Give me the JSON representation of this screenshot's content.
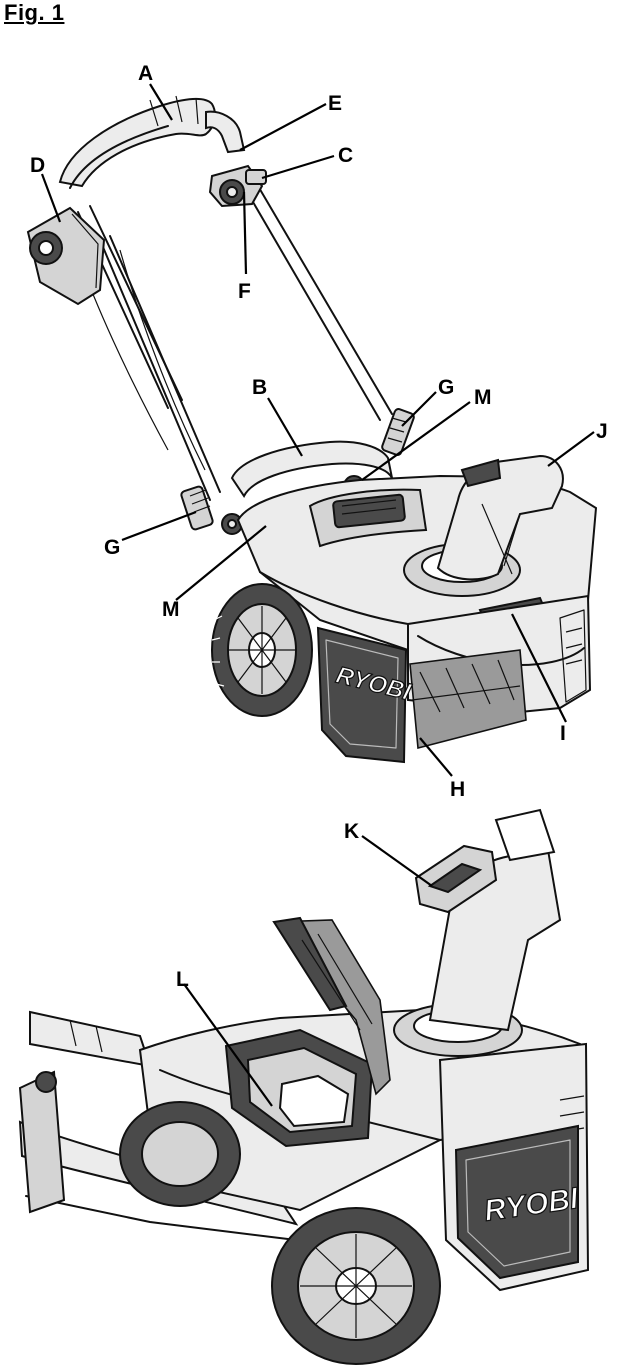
{
  "figure": {
    "title": "Fig. 1"
  },
  "callouts": {
    "A": "A",
    "B": "B",
    "C": "C",
    "D": "D",
    "E": "E",
    "F": "F",
    "G1": "G",
    "G2": "G",
    "H": "H",
    "I": "I",
    "J": "J",
    "K": "K",
    "L": "L",
    "M1": "M",
    "M2": "M"
  },
  "brand": {
    "logo_top": "RYOBI",
    "logo_bottom": "RYOBI"
  },
  "colors": {
    "ink": "#111111",
    "grey": "#d4d4d4",
    "dark": "#4a4a4a",
    "background": "#ffffff"
  }
}
